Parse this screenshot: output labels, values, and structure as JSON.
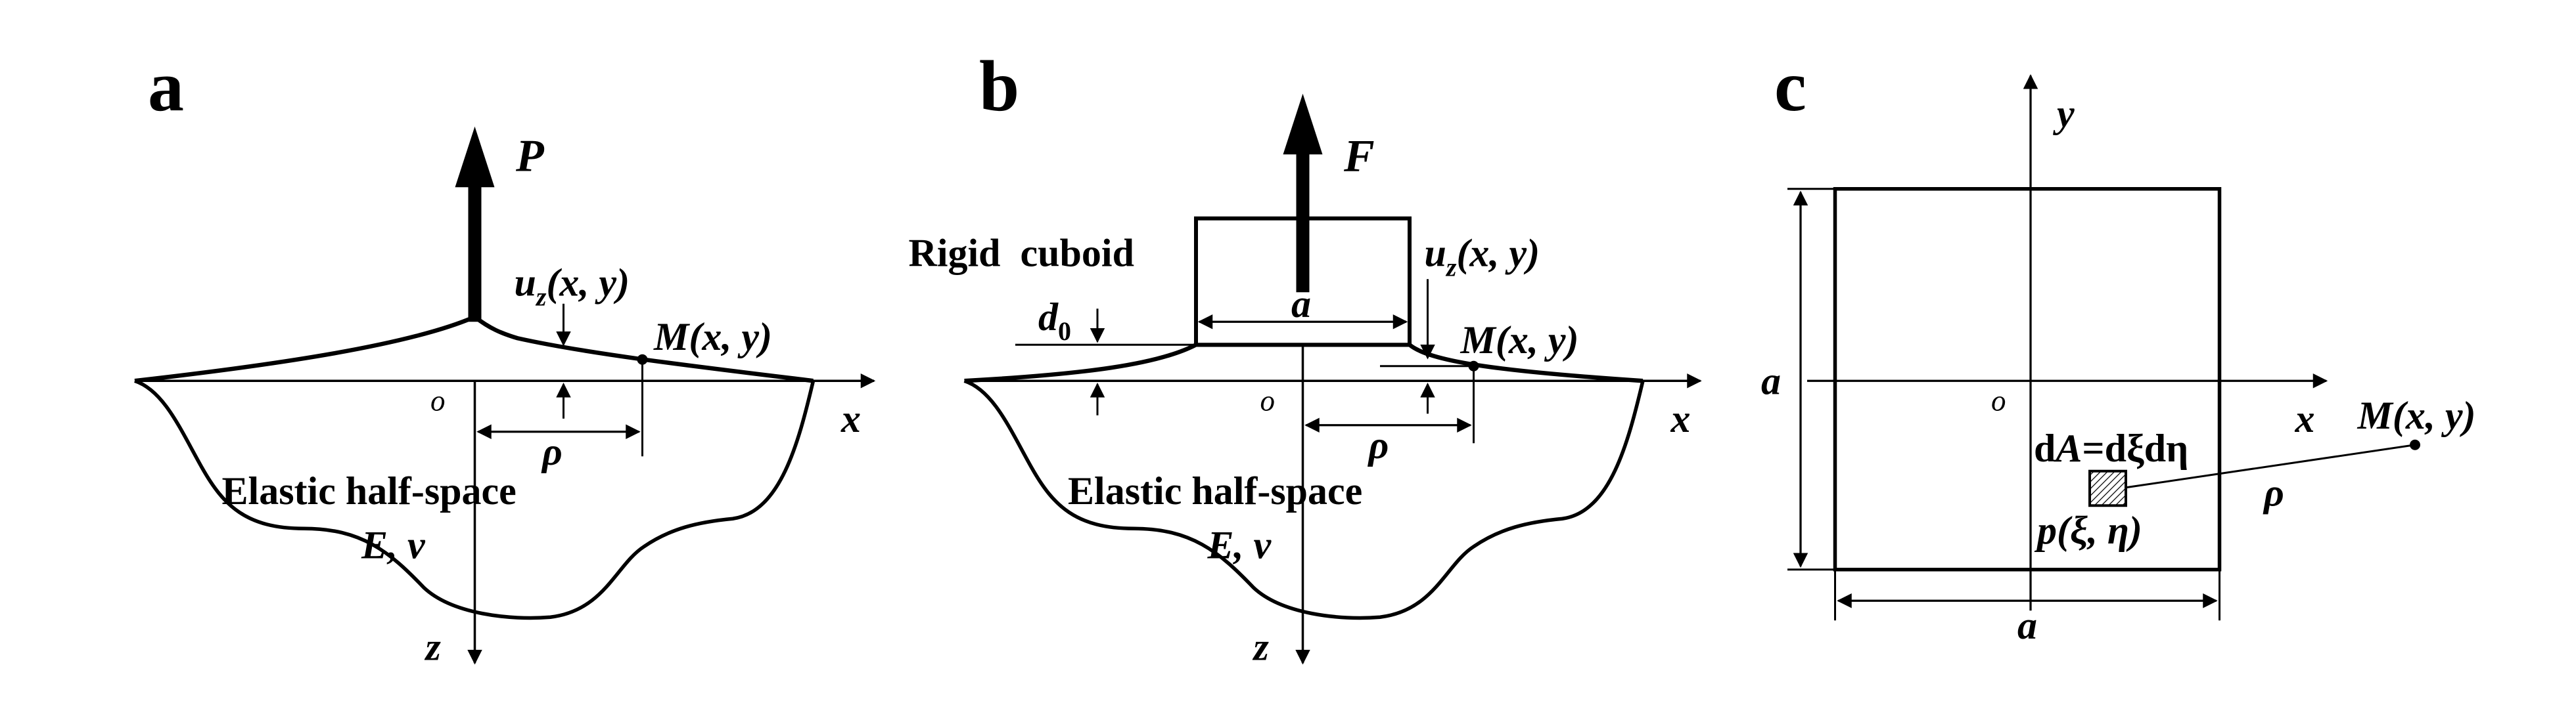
{
  "panels": {
    "a": {
      "label": "a",
      "force": "P",
      "u_main": "u",
      "u_sub": "z",
      "u_args": "(x, y)",
      "m_main": "M",
      "m_args": "(x, y)",
      "origin": "o",
      "x_axis": "x",
      "z_axis": "z",
      "rho": "ρ",
      "body_label": "Elastic half-space",
      "params": "E, v"
    },
    "b": {
      "label": "b",
      "force": "F",
      "rigid_label": "Rigid  cuboid",
      "d_main": "d",
      "d_sub": "0",
      "width": "a",
      "u_main": "u",
      "u_sub": "z",
      "u_args": "(x, y)",
      "m_main": "M",
      "m_args": "(x, y)",
      "origin": "o",
      "x_axis": "x",
      "z_axis": "z",
      "rho": "ρ",
      "body_label": "Elastic half-space",
      "params": "E, v"
    },
    "c": {
      "label": "c",
      "y_axis": "y",
      "x_axis": "x",
      "origin": "o",
      "side_v": "a",
      "side_h": "a",
      "dA_prefix": "d",
      "dA_var": "A",
      "dA_rest": "=dξdη",
      "p_main": "p",
      "p_args": "(ξ, η)",
      "m_main": "M",
      "m_args": "(x, y)",
      "rho": "ρ"
    }
  }
}
